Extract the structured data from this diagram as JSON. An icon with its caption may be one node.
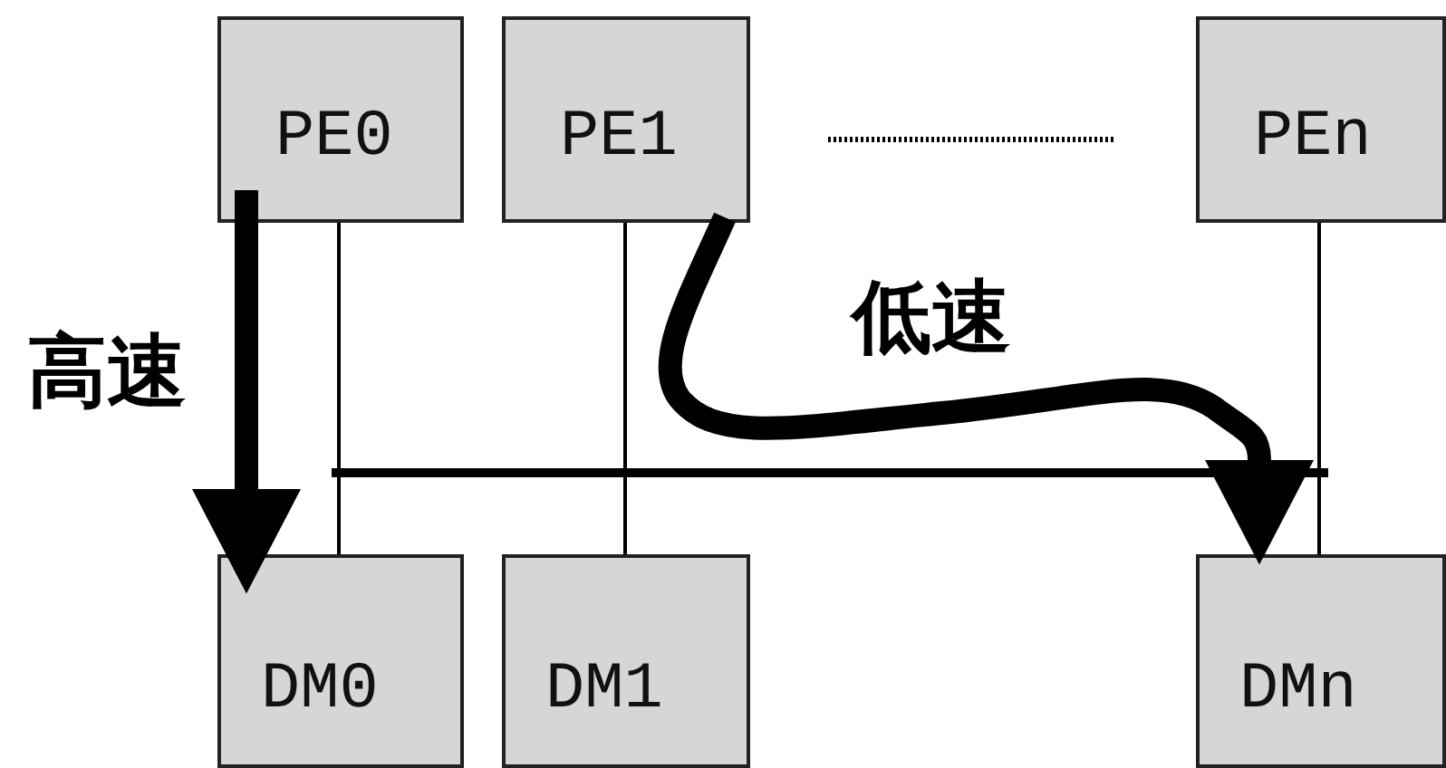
{
  "diagram": {
    "nodes": [
      {
        "text": [
          "PE0"
        ]
      },
      {
        "text": [
          "PE1"
        ]
      },
      {
        "text": [
          "PEn"
        ]
      },
      {
        "text": [
          "DM0"
        ]
      },
      {
        "text": [
          "DM1"
        ]
      },
      {
        "text": [
          "DMn"
        ]
      }
    ],
    "edges": [
      {
        "from": 0,
        "to": 3,
        "arrow": "none"
      },
      {
        "from": 1,
        "to": 4,
        "arrow": "none"
      },
      {
        "from": 2,
        "to": 5,
        "arrow": "none"
      },
      {
        "from": 0,
        "to": 3,
        "arrow": "to",
        "style": "thick",
        "label": "高速"
      },
      {
        "from": 1,
        "to": 5,
        "arrow": "to",
        "style": "thick",
        "label": "低速"
      }
    ]
  }
}
